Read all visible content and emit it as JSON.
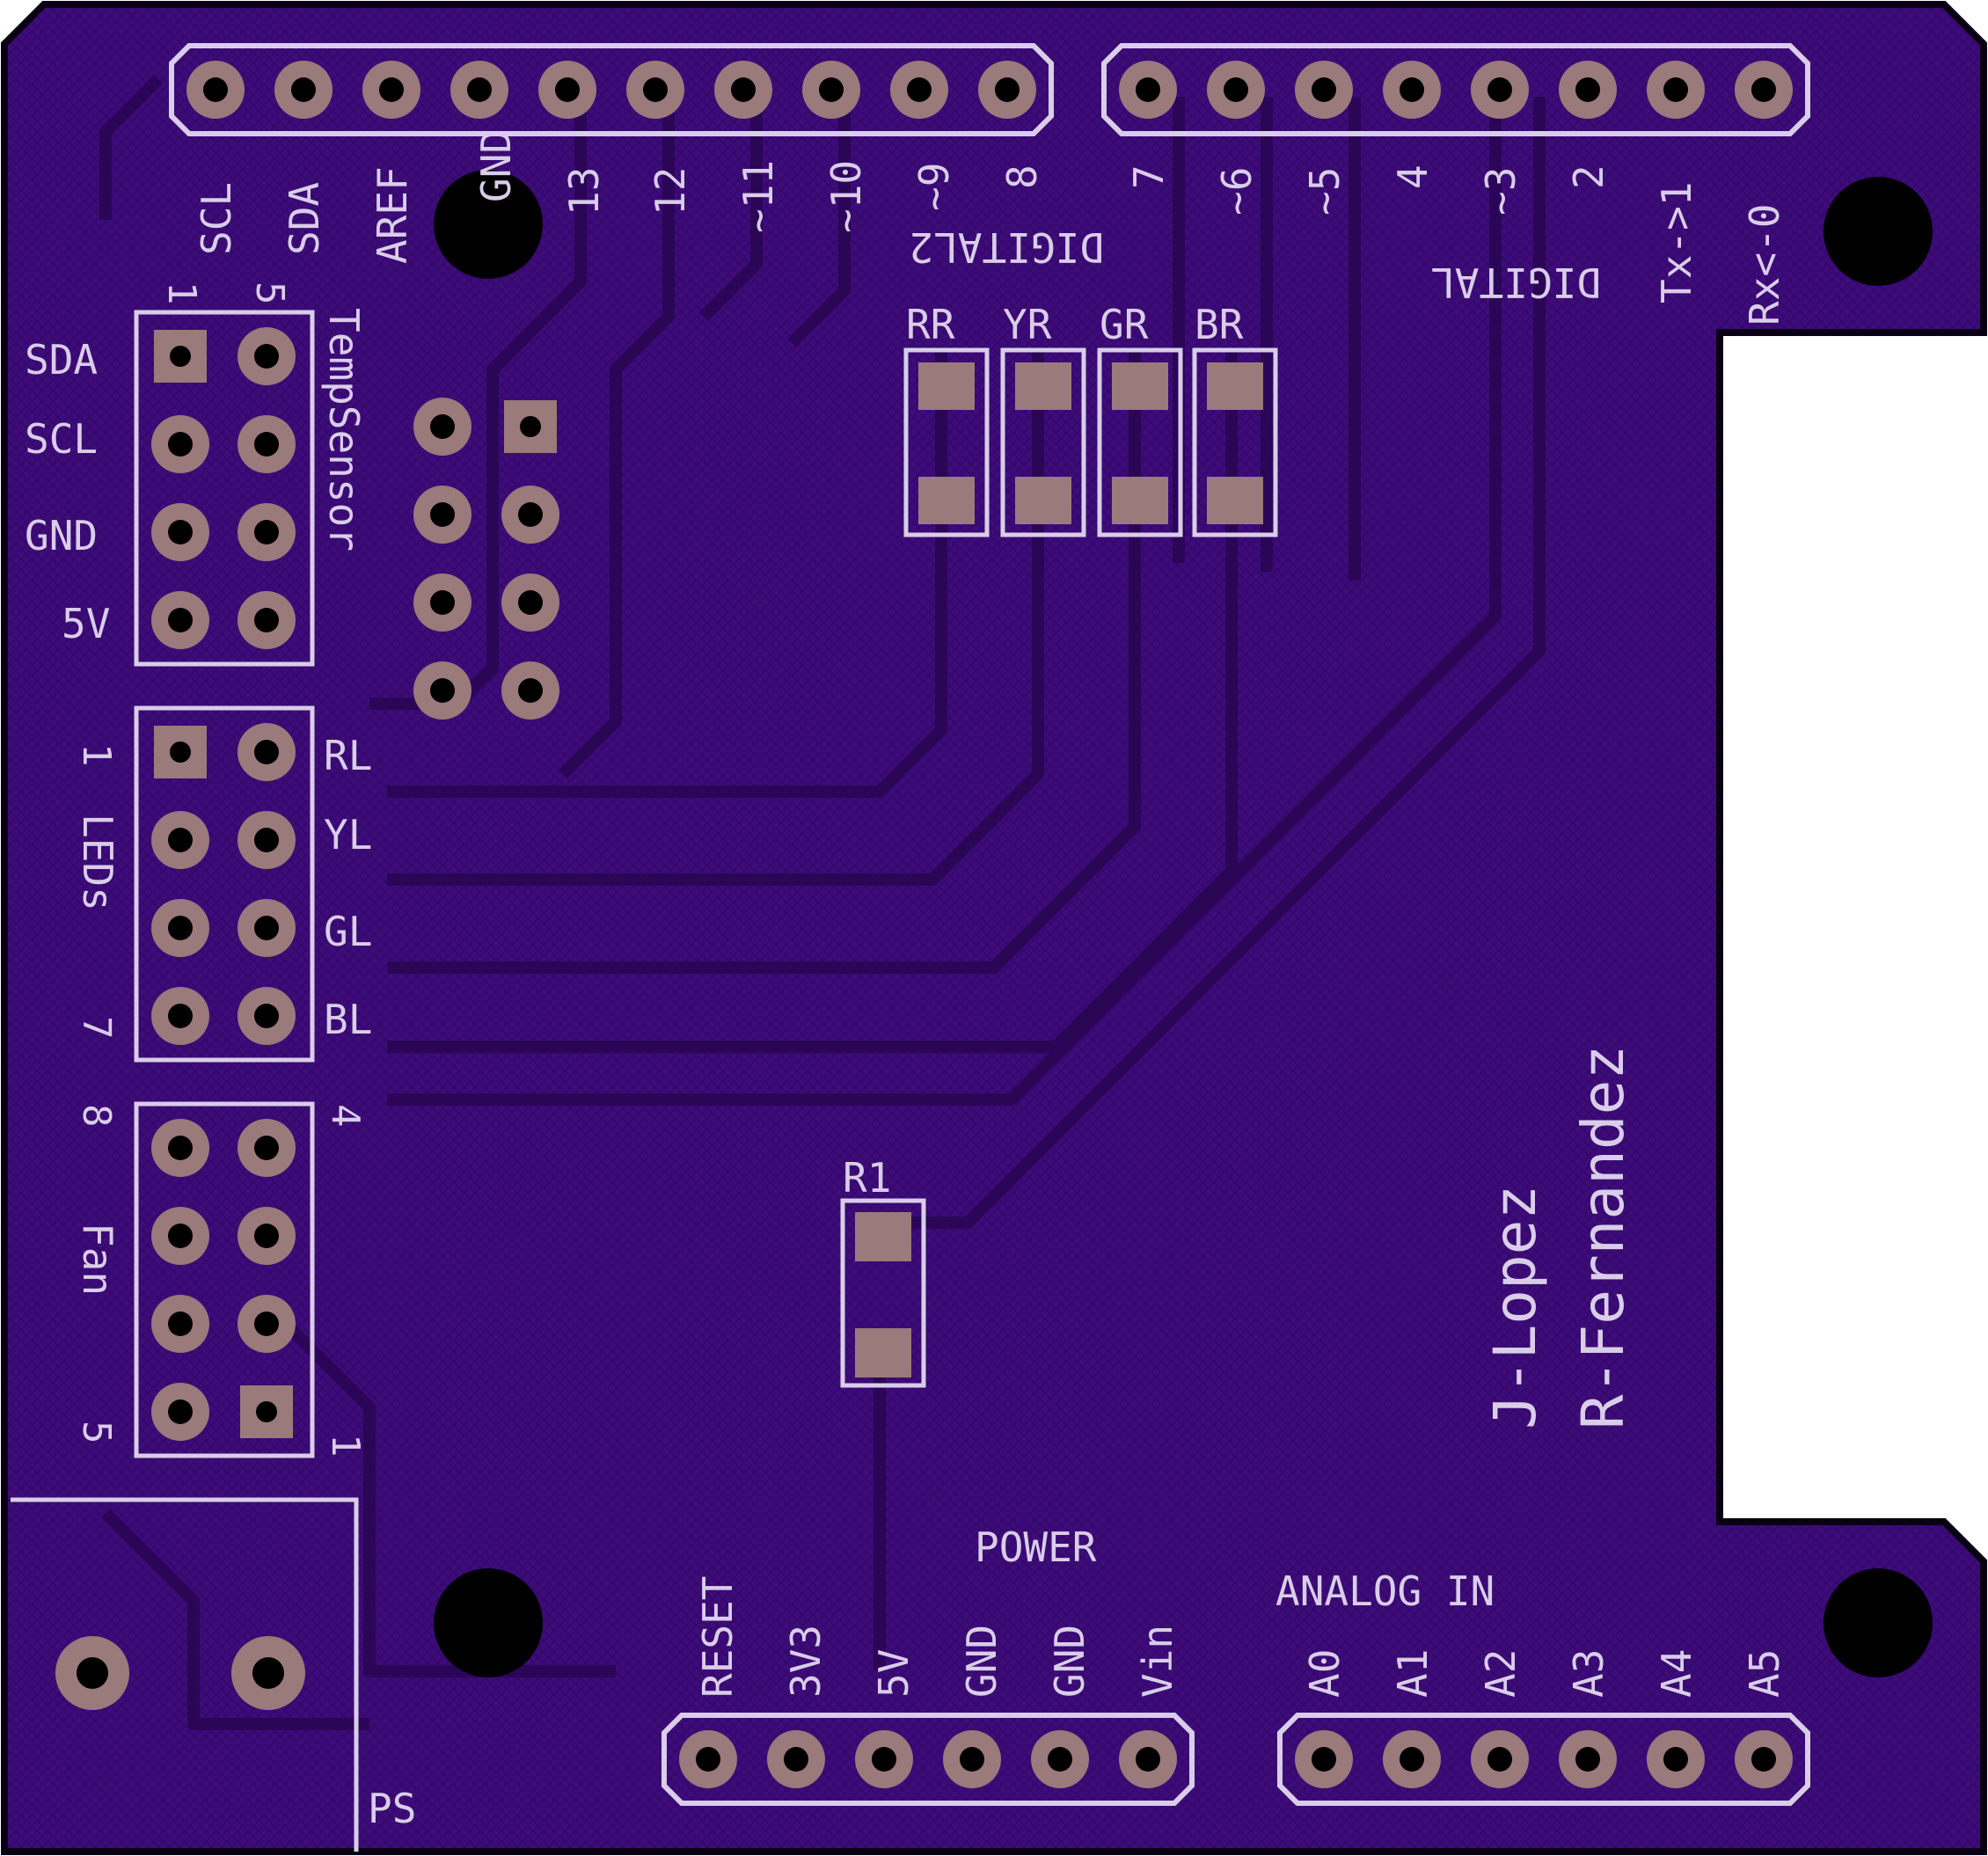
{
  "colors": {
    "board": "#3d0b7a",
    "board_edge": "#0a0014",
    "trace": "#2b0657",
    "silkscreen": "#d9cde8",
    "pad": "#9a7a7a",
    "hole": "#000000",
    "cutout": "#ffffff"
  },
  "top_header_left": {
    "labels": [
      "SCL",
      "SDA",
      "AREF",
      "GND",
      "13",
      "12",
      "~11",
      "~10",
      "~9",
      "8"
    ],
    "group_label": "DIGITAL2"
  },
  "top_header_right": {
    "labels": [
      "7",
      "~6",
      "~5",
      "4",
      "~3",
      "2",
      "Tx->1",
      "Rx<-0"
    ],
    "group_label": "DIGITAL"
  },
  "temp_sensor": {
    "title": "TempSensor",
    "pin_start": "1",
    "pin_end": "5",
    "rows": [
      "SDA",
      "SCL",
      "GND",
      "5V"
    ]
  },
  "leds": {
    "title": "LEDs",
    "pin_start": "1",
    "pin_end": "7",
    "rows": [
      "RL",
      "YL",
      "GL",
      "BL"
    ]
  },
  "fan": {
    "title": "Fan",
    "pin_top_left": "8",
    "pin_top_right": "4",
    "pin_bottom_left": "5",
    "pin_bottom_right": "1"
  },
  "resistors": {
    "labels": [
      "RR",
      "YR",
      "GR",
      "BR"
    ],
    "single": "R1"
  },
  "power_header": {
    "title": "POWER",
    "labels": [
      "RESET",
      "3V3",
      "5V",
      "GND",
      "GND",
      "Vin"
    ]
  },
  "analog_header": {
    "title": "ANALOG IN",
    "labels": [
      "A0",
      "A1",
      "A2",
      "A3",
      "A4",
      "A5"
    ]
  },
  "power_supply": {
    "label": "PS"
  },
  "authors": [
    "J-Lopez",
    "R-Fernandez"
  ],
  "icons": [
    "mounting-hole-icon",
    "square-pad-icon",
    "round-pad-icon"
  ]
}
